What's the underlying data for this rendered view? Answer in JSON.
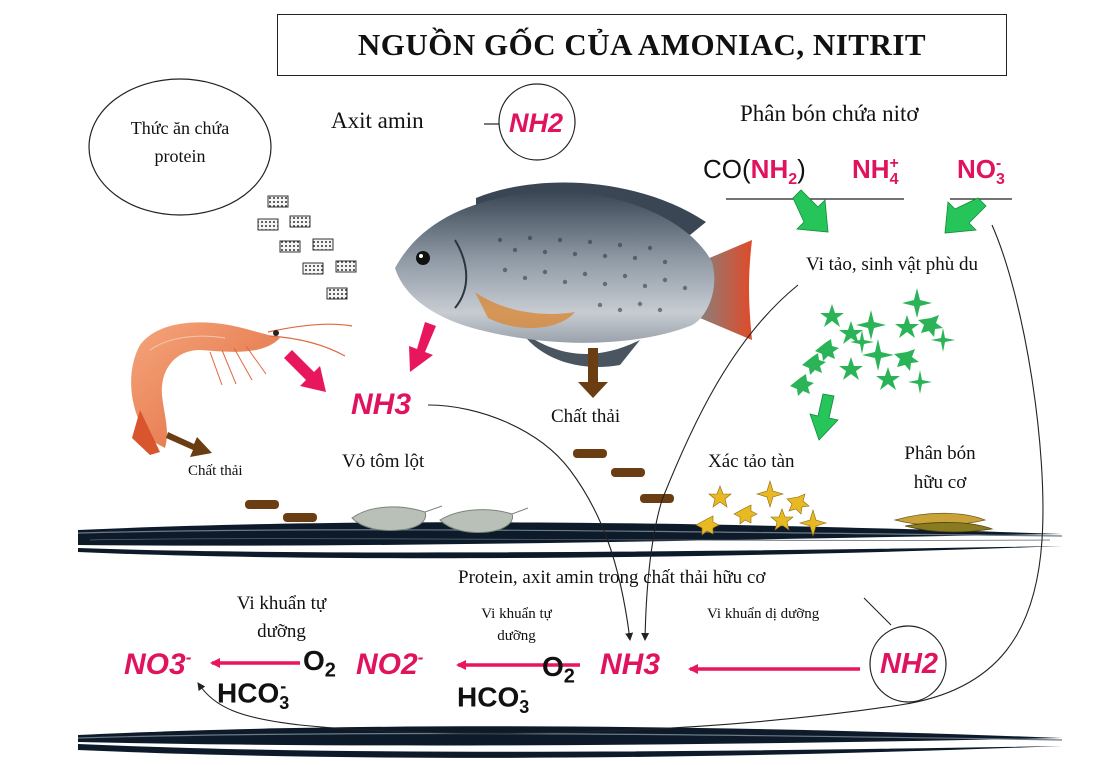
{
  "title": "NGUỒN GỐC CỦA AMONIAC, NITRIT",
  "labels": {
    "food": "Thức ăn chứa protein",
    "amino_acid": "Axit amin",
    "nh2_top": "NH2",
    "fertilizer": "Phân bón chứa nitơ",
    "urea_co": "CO(",
    "urea_nh2": "NH",
    "urea_sub": "2",
    "urea_close": ")",
    "nh4": "NH",
    "nh4_sub": "4",
    "nh4_sup": "+",
    "no3_top": "NO",
    "no3_top_sub": "3",
    "no3_top_sup": "-",
    "algae": "Vi tảo, sinh vật phù du",
    "nh3_mid": "NH3",
    "waste_fish": "Chất thải",
    "waste_shrimp": "Chất thải",
    "shrimp_shell": "Vỏ tôm lột",
    "dead_algae": "Xác tảo tàn",
    "organic_fertilizer": "Phân bón hữu cơ",
    "protein_waste": "Protein, axit amin trong chất thải hữu cơ",
    "autotroph_left": "Vi khuẩn tự dưỡng",
    "autotroph_mid": "Vi khuẩn tự dưỡng",
    "heterotroph": "Vi khuẩn dị dưỡng",
    "no3_bottom": "NO3",
    "no3_bottom_sup": "-",
    "o2_left": "O",
    "o2_left_sub": "2",
    "hco3_left": "HCO",
    "hco3_left_sub": "3",
    "hco3_left_sup": "-",
    "no2_bottom": "NO2",
    "no2_bottom_sup": "-",
    "o2_mid": "O",
    "o2_mid_sub": "2",
    "hco3_mid": "HCO",
    "hco3_mid_sub": "3",
    "hco3_mid_sup": "-",
    "nh3_bottom": "NH3",
    "nh2_bottom": "NH2"
  },
  "colors": {
    "chem_pink": "#e0135f",
    "arrow_pink": "#e8175d",
    "arrow_green": "#26c55a",
    "arrow_brown": "#6b3d12",
    "algae_green": "#2bb457",
    "dead_algae_yellow": "#e8b923",
    "sediment": "#0c1a2a"
  },
  "icons": [
    "fish-illustration",
    "shrimp-illustration",
    "feed-pellet-icon",
    "algae-star-icon",
    "dead-algae-icon",
    "waste-pellet-icon",
    "shrimp-shell-icon",
    "leaf-fertilizer-icon"
  ]
}
